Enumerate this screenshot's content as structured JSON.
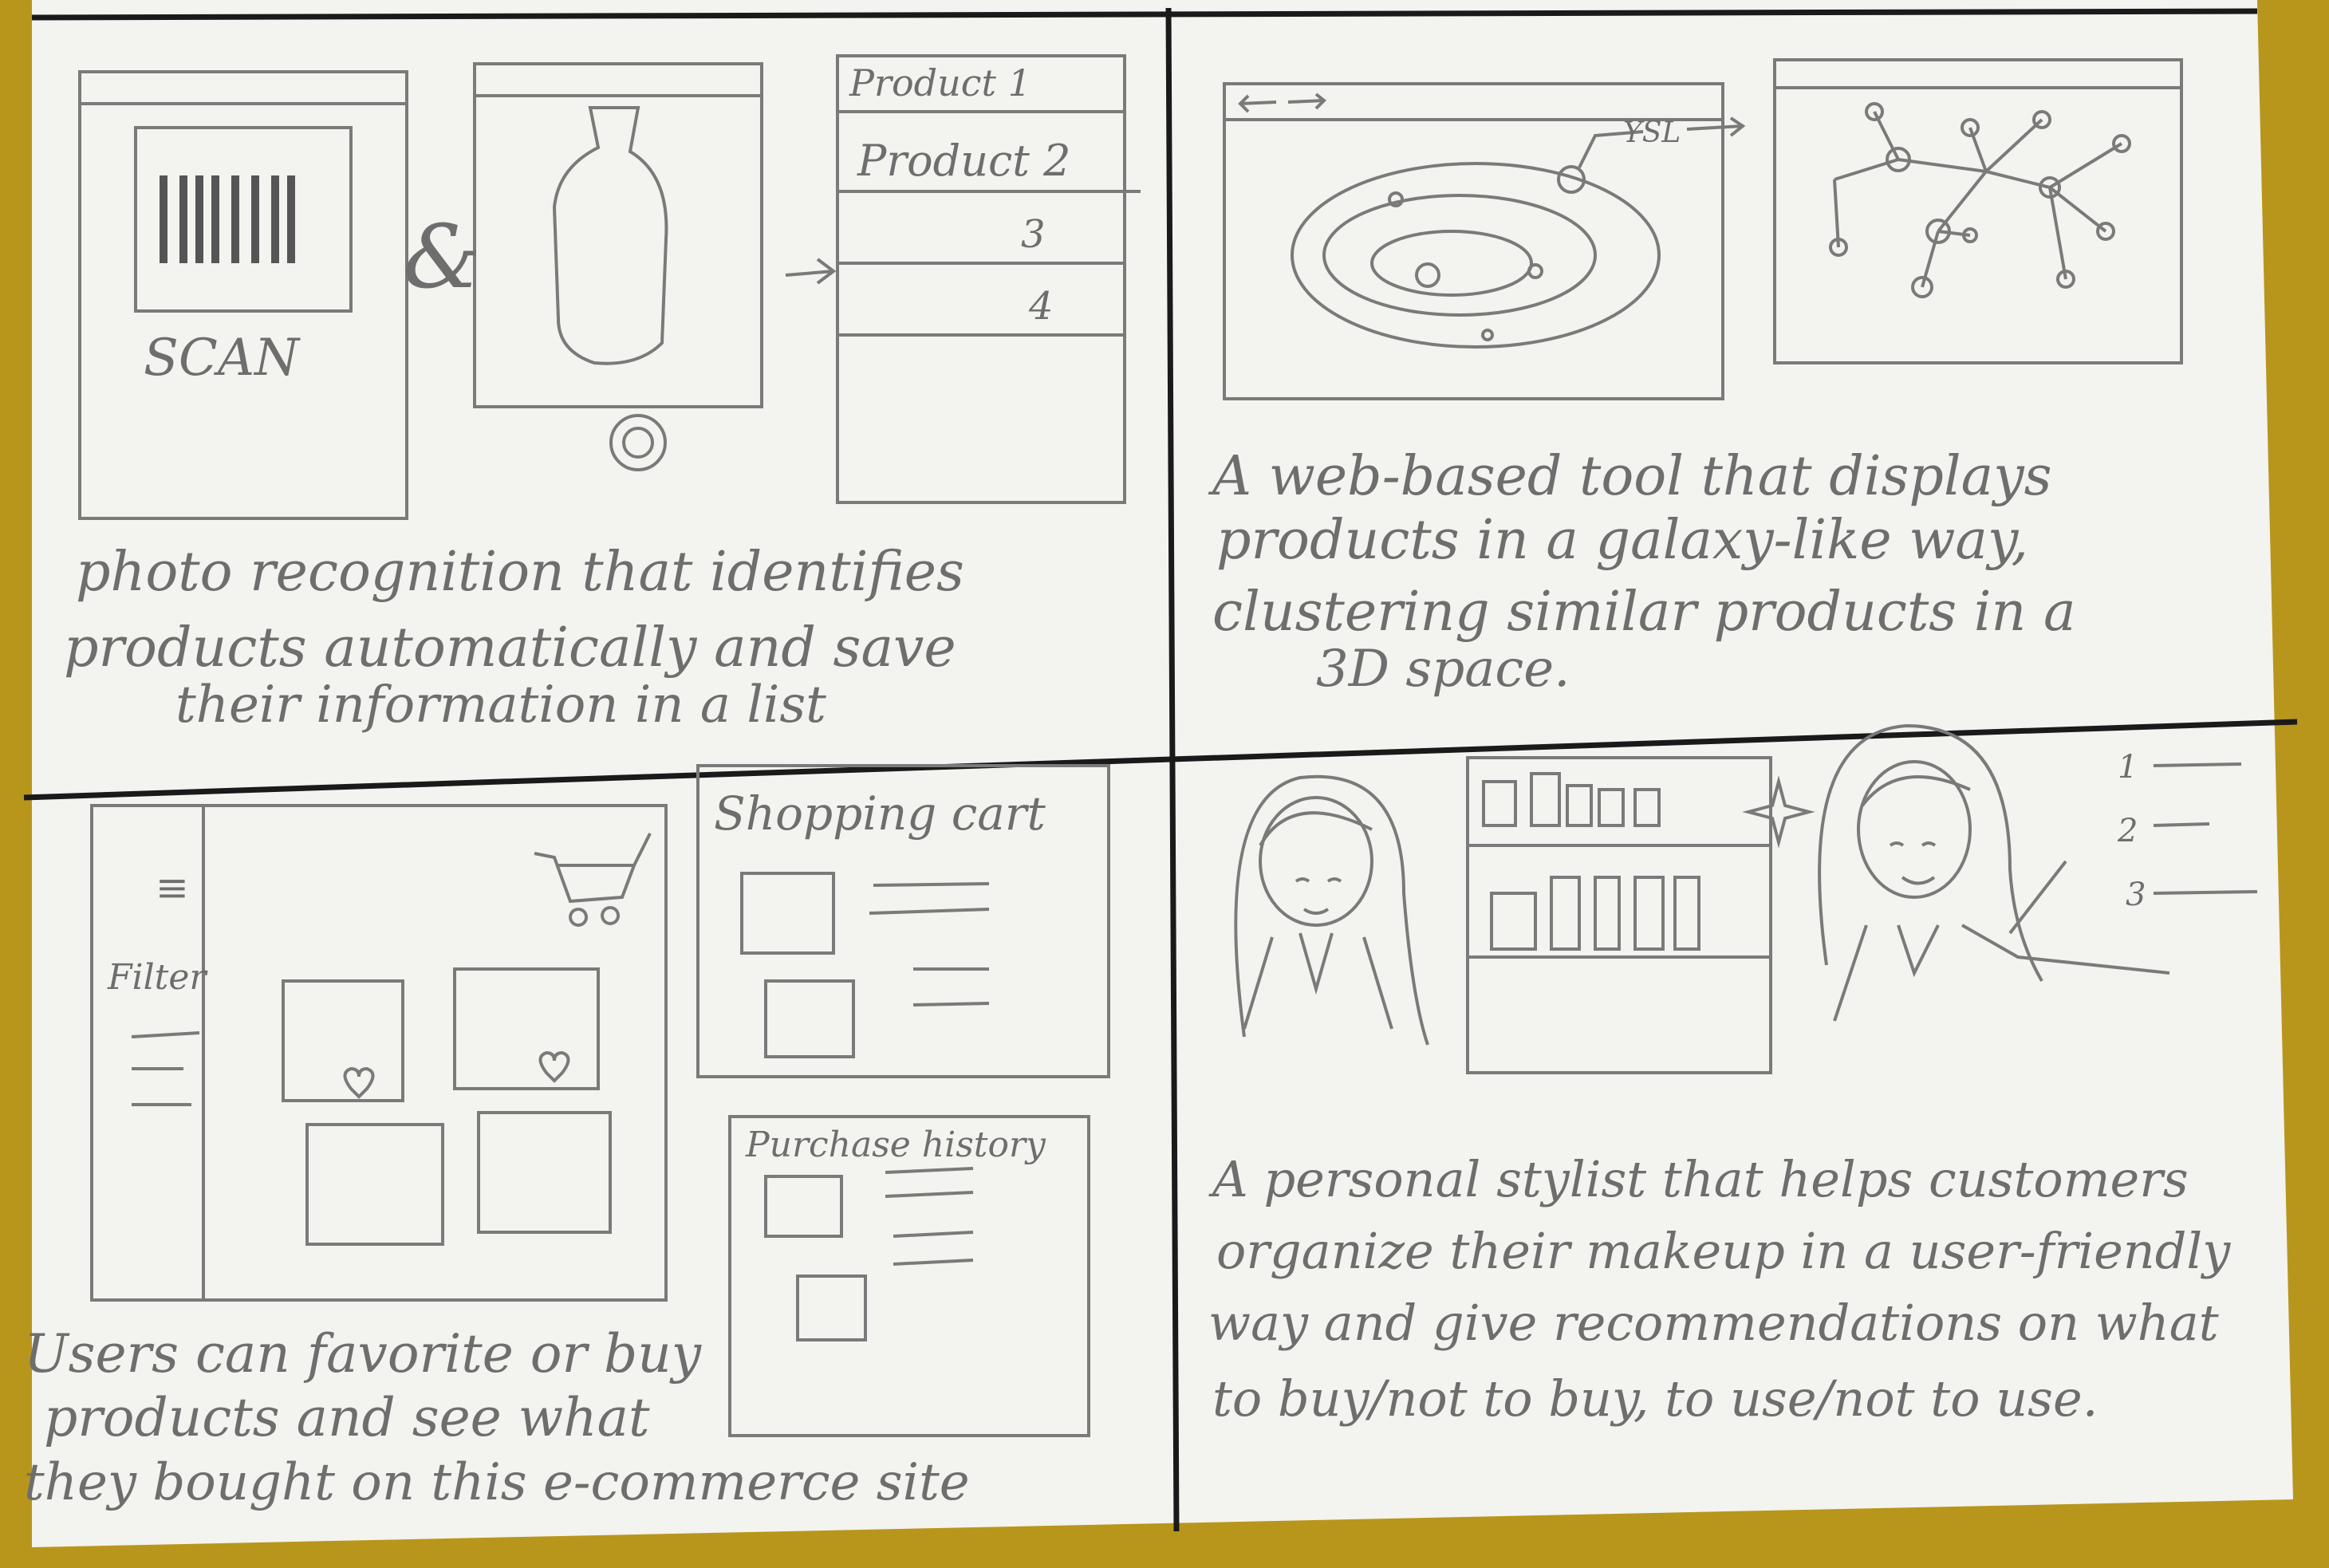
{
  "colors": {
    "paper": "#f3f3ef",
    "table": "#b8961c",
    "ink": "#1a1a1a",
    "pencil": "#7a7a7a"
  },
  "panels": {
    "top_left": {
      "scan_label": "SCAN",
      "ampersand": "&",
      "list_items": [
        "Product 1",
        "Product 2",
        "3",
        "4"
      ],
      "caption_lines": [
        "photo recognition that identifies",
        "products automatically and save",
        "their information in a list"
      ]
    },
    "top_right": {
      "brand_label": "YSL",
      "caption_lines": [
        "A web-based tool that displays",
        "products in a galaxy-like way,",
        "clustering similar products in a",
        "3D space."
      ]
    },
    "bottom_left": {
      "menu_glyph": "≡",
      "filter_label": "Filter",
      "cart_title": "Shopping cart",
      "history_title": "Purchase history",
      "caption_lines": [
        "Users can favorite or buy",
        "products and see what",
        "they bought on this e-commerce site"
      ]
    },
    "bottom_right": {
      "list_numbers": [
        "1",
        "2",
        "3"
      ],
      "caption_lines": [
        "A personal stylist that helps customers",
        "organize their makeup in a user-friendly",
        "way and give recommendations on what",
        "to buy/not to buy, to use/not to use."
      ]
    }
  }
}
